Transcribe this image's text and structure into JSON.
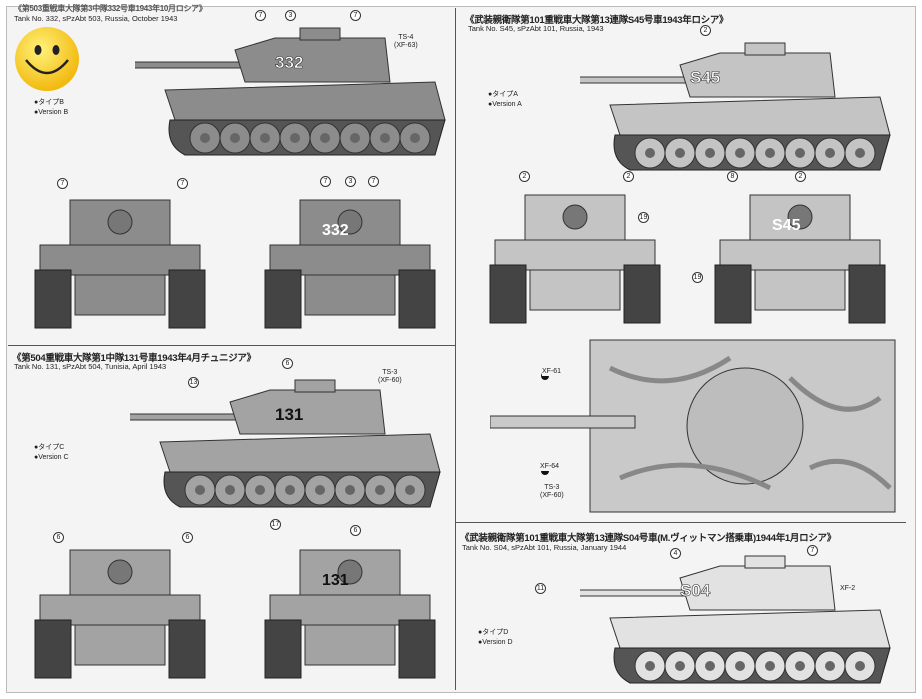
{
  "sections": [
    {
      "id": "tank-332",
      "title_jp": "《第503重戦車大隊第3中隊332号車1943年10月ロシア》",
      "title_en": "Tank No. 332, sPzAbt 503, Russia, October 1943",
      "version_jp": "●タイプB",
      "version_en": "●Version B",
      "number": "332",
      "paint_labels": [
        "TS-4",
        "(XF-63)"
      ],
      "callouts": [
        "7",
        "3",
        "7",
        "7",
        "7",
        "7",
        "3",
        "7"
      ],
      "color": "#8c8c8c"
    },
    {
      "id": "tank-s45",
      "title_jp": "《武装親衛隊第101重戦車大隊第13連隊S45号車1943年ロシア》",
      "title_en": "Tank No. S45, sPzAbt 101, Russia, 1943",
      "version_jp": "●タイプA",
      "version_en": "●Version A",
      "number": "S45",
      "callouts": [
        "2",
        "2",
        "2",
        "19",
        "8",
        "2",
        "19"
      ],
      "color": "#c4c4c4"
    },
    {
      "id": "tank-131",
      "title_jp": "《第504重戦車大隊第1中隊131号車1943年4月チュニジア》",
      "title_en": "Tank No. 131, sPzAbt 504, Tunisia, April 1943",
      "version_jp": "●タイプC",
      "version_en": "●Version C",
      "number": "131",
      "paint_labels": [
        "TS-3",
        "(XF-60)"
      ],
      "callouts": [
        "6",
        "13",
        "6",
        "6",
        "17",
        "6"
      ],
      "color": "#a3a3a3"
    },
    {
      "id": "tank-top",
      "paint_labels": [
        "XF-61",
        "XF-64",
        "TS-3",
        "(XF-60)"
      ]
    },
    {
      "id": "tank-s04",
      "title_jp": "《武装親衛隊第101重戦車大隊第13連隊S04号車(M.ヴィットマン搭乗車)1944年1月ロシア》",
      "title_en": "Tank No. S04, sPzAbt 101, Russia, January 1944",
      "version_jp": "●タイプD",
      "version_en": "●Version D",
      "number": "S04",
      "paint_labels": [
        "XF-2"
      ],
      "callouts": [
        "4",
        "7",
        "11"
      ],
      "color": "#e2e2e2"
    }
  ],
  "colors": {
    "gray": "#8c8c8c",
    "camo": "#c4c4c4",
    "sand": "#a3a3a3",
    "white": "#e2e2e2",
    "smiley": "#f5c518"
  }
}
